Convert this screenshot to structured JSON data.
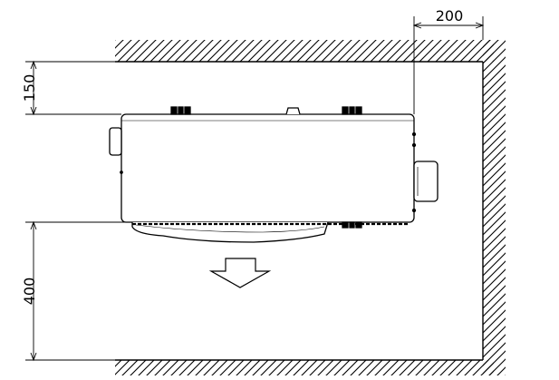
{
  "diagram": {
    "dimensions": {
      "top_clearance": "150",
      "side_clearance": "200",
      "front_clearance": "400"
    }
  }
}
